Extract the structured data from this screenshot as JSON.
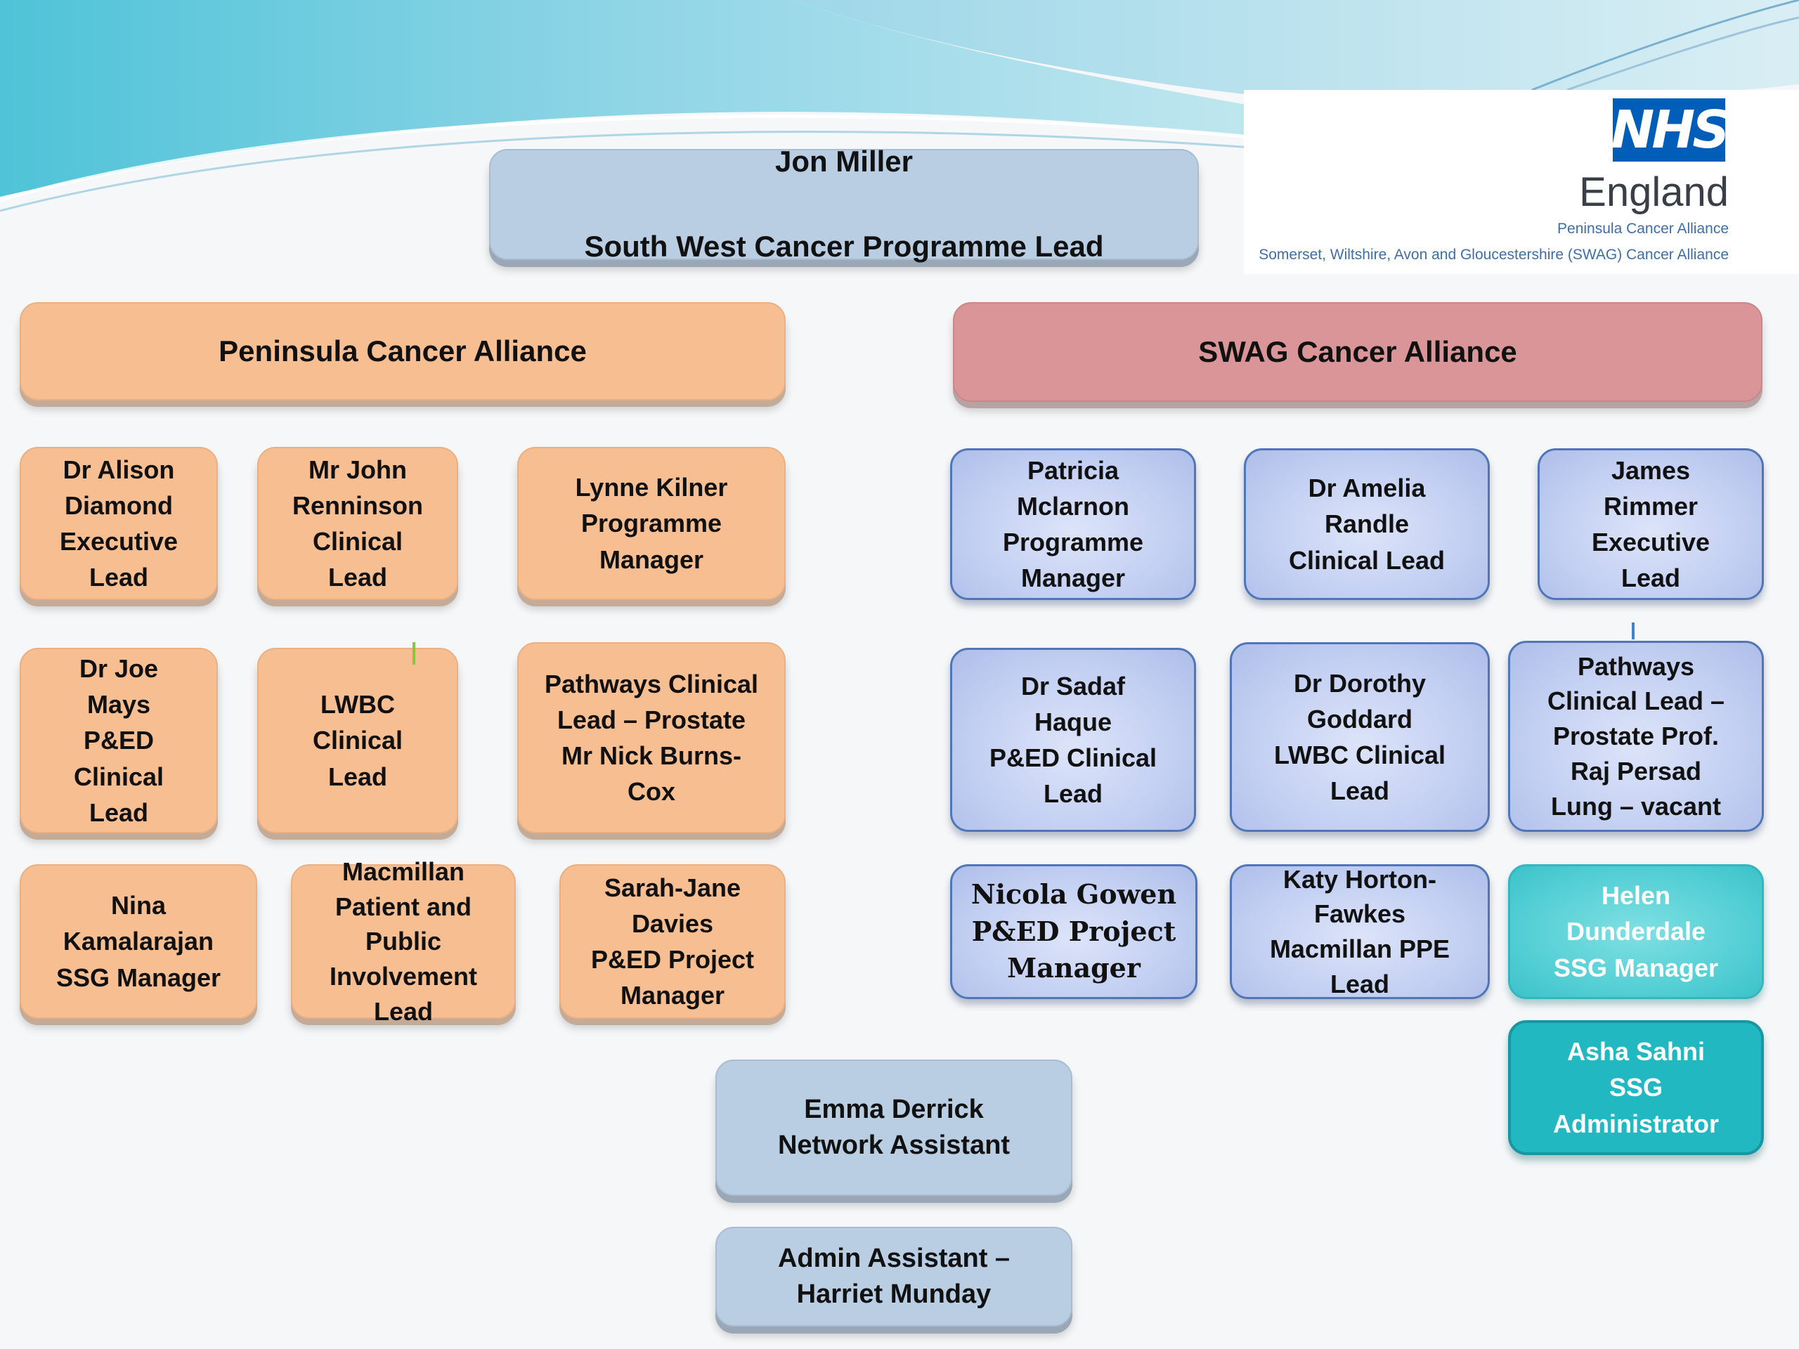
{
  "lead": {
    "name": "Jon Miller",
    "role": "South West Cancer Programme Lead"
  },
  "logo": {
    "mark": "NHS",
    "region": "England",
    "alliance_1": "Peninsula Cancer Alliance",
    "alliance_2": "Somerset, Wiltshire, Avon and Gloucestershire (SWAG) Cancer Alliance",
    "mark_color": "#005eb8"
  },
  "peninsula": {
    "header": "Peninsula Cancer Alliance",
    "members": [
      "Dr Alison\nDiamond\nExecutive\nLead",
      "Mr John\nRenninson\nClinical\nLead",
      "Lynne Kilner\nProgramme\nManager",
      "Dr Joe\nMays\nP&ED\nClinical\nLead",
      "LWBC\nClinical\nLead",
      "Pathways Clinical\nLead – Prostate\nMr Nick Burns-\nCox",
      "Nina\nKamalarajan\nSSG Manager",
      "Macmillan\nPatient and\nPublic\nInvolvement\nLead",
      "Sarah-Jane\nDavies\nP&ED Project\nManager"
    ]
  },
  "swag": {
    "header": "SWAG Cancer Alliance",
    "members": [
      "Patricia\nMclarnon\nProgramme\nManager",
      "Dr Amelia\nRandle\nClinical Lead",
      "James\nRimmer\nExecutive\nLead",
      "Dr Sadaf\nHaque\nP&ED Clinical\nLead",
      "Dr Dorothy\nGoddard\nLWBC Clinical\nLead",
      "Pathways\nClinical Lead –\nProstate  Prof.\nRaj Persad\nLung – vacant",
      "Nicola Gowen\nP&ED Project\nManager",
      "Katy Horton-\nFawkes\nMacmillan PPE\nLead",
      "Helen\nDunderdale\nSSG Manager",
      "Asha Sahni\nSSG\nAdministrator"
    ]
  },
  "support": {
    "network_assistant": "Emma Derrick\nNetwork Assistant",
    "admin_assistant": "Admin Assistant –\nHarriet Munday"
  },
  "colors": {
    "grey_box": "#b9cde3",
    "peach_box": "#f7be92",
    "rose_box": "#d99597",
    "blue_box": "#c2cff2",
    "teal_light_box": "#4fcdd3",
    "teal_box": "#22b8c2"
  }
}
